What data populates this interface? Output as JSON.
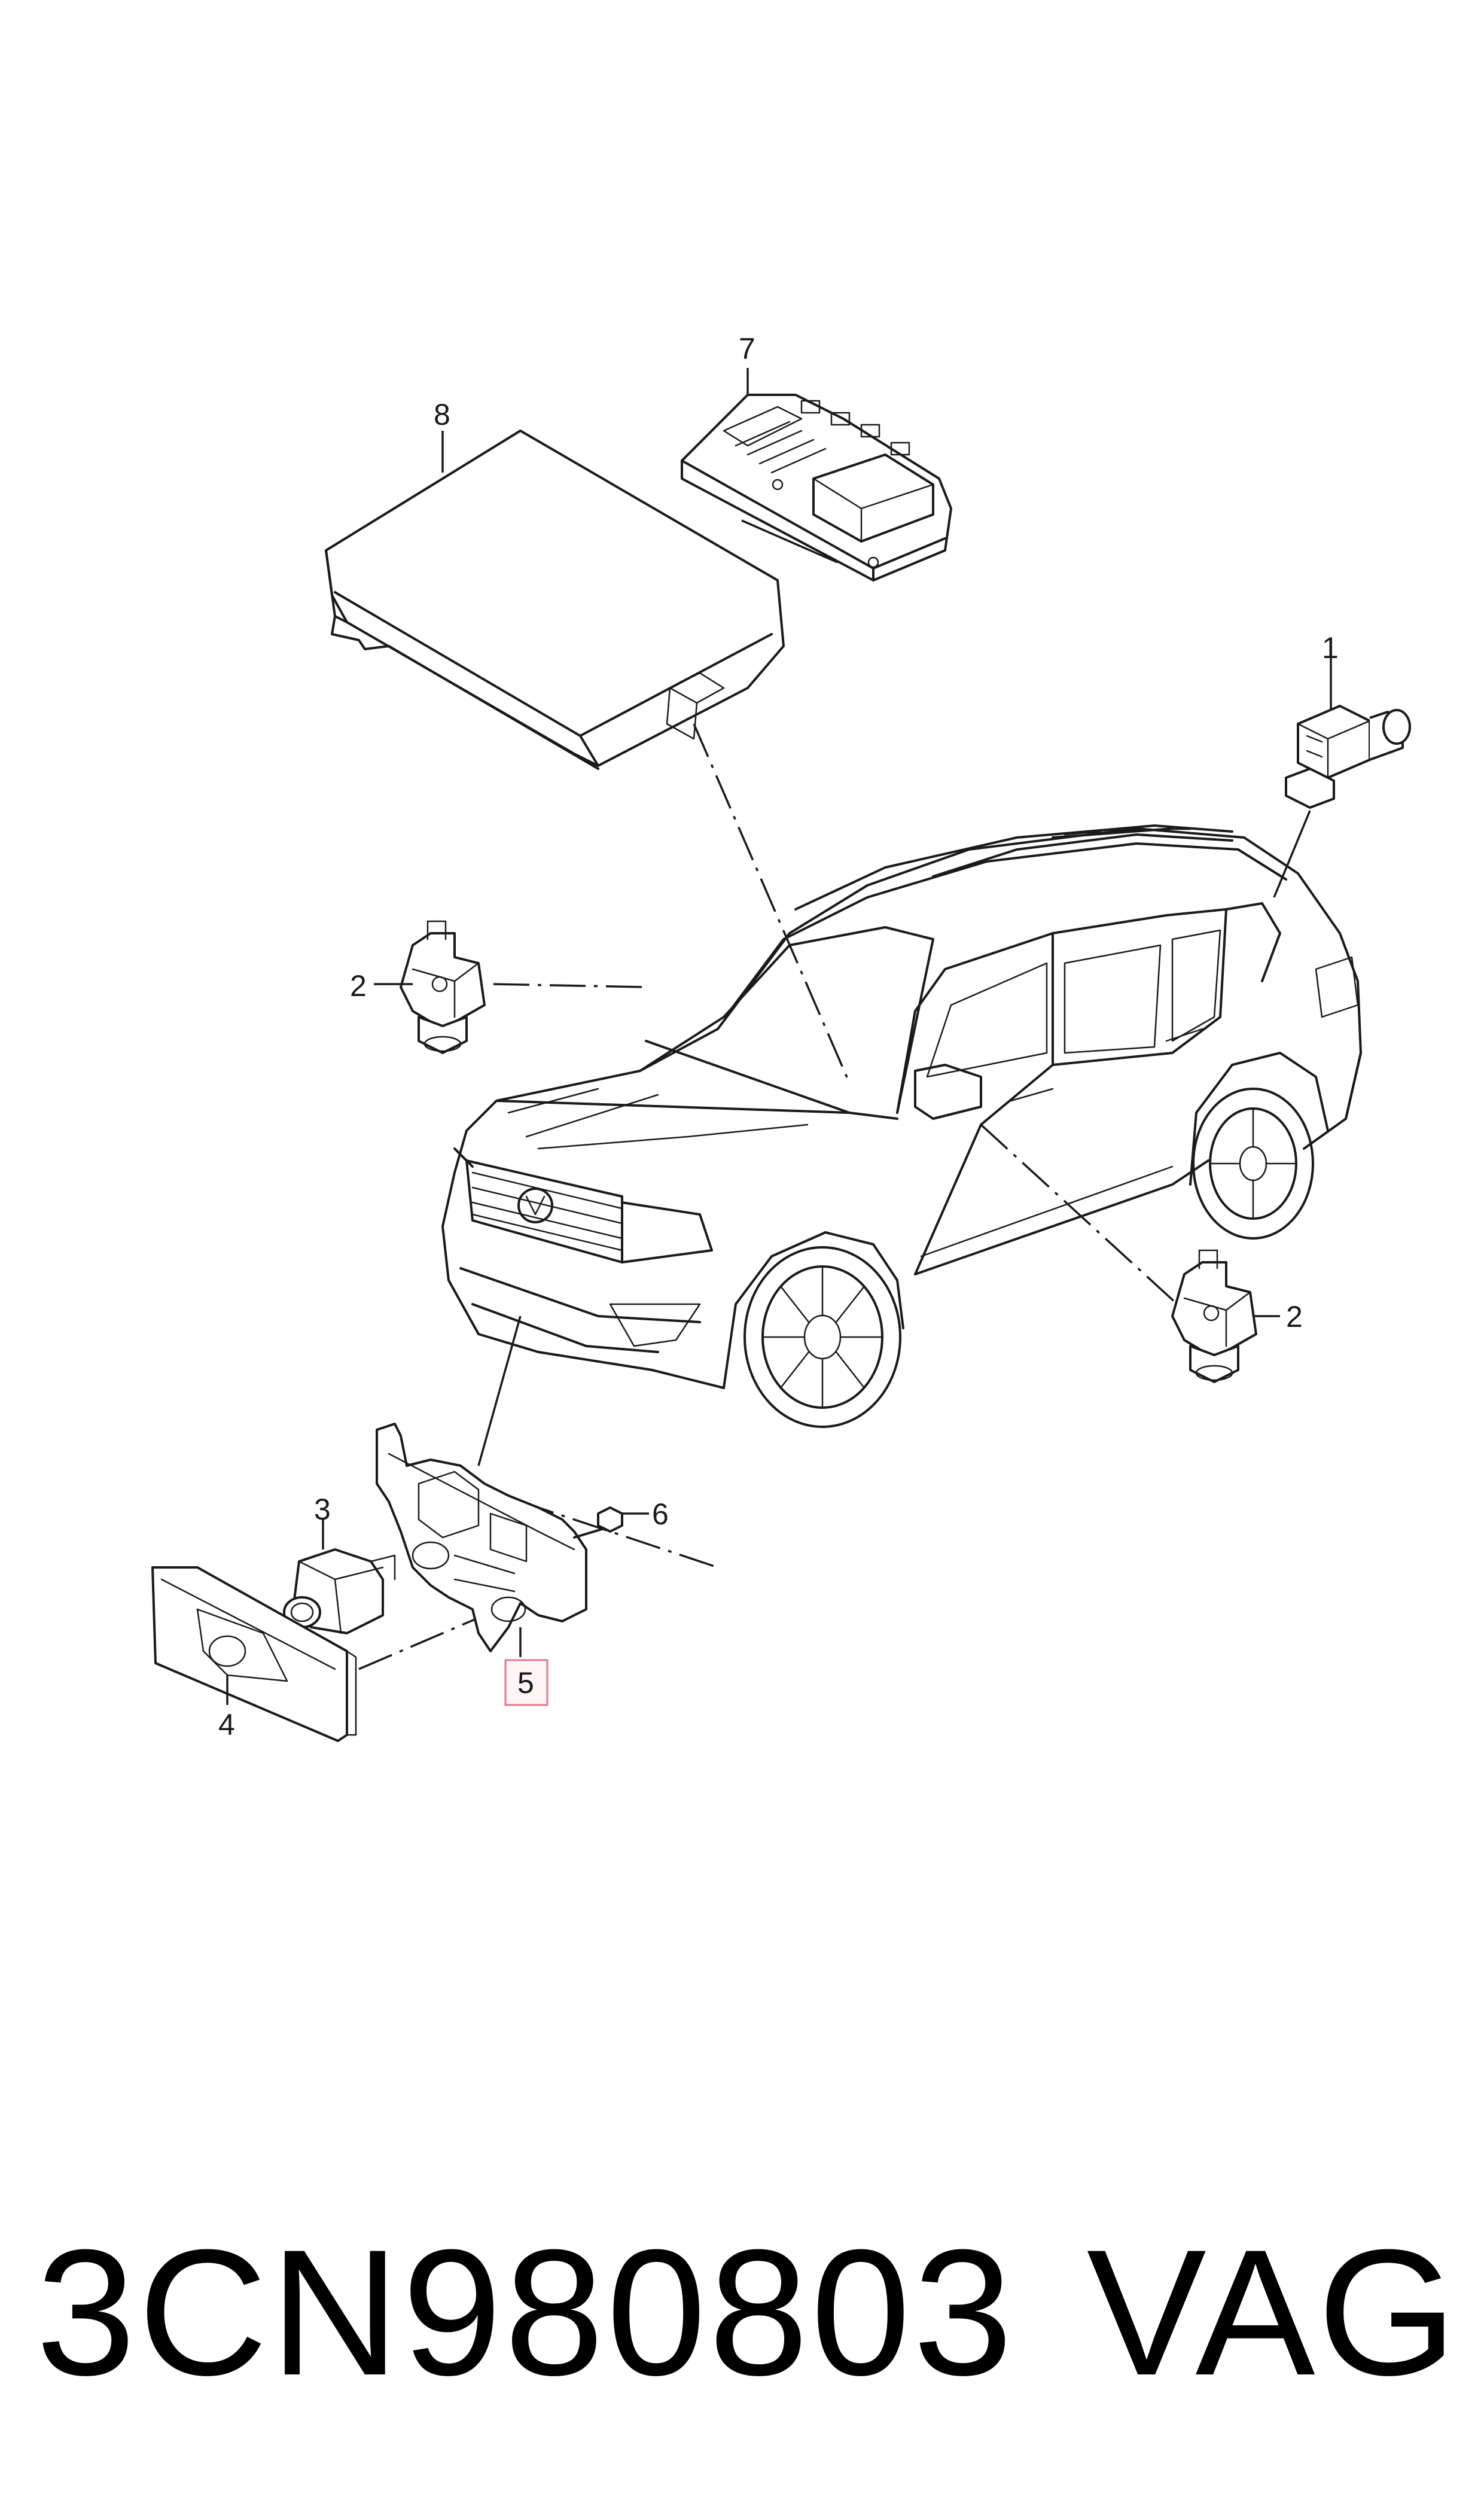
{
  "callouts": {
    "c1": "1",
    "c2a": "2",
    "c2b": "2",
    "c3": "3",
    "c4": "4",
    "c5": "5",
    "c6": "6",
    "c7": "7",
    "c8": "8"
  },
  "highlighted_callout": "5",
  "footer": {
    "part_number": "3CN980803",
    "brand": "VAG"
  },
  "colors": {
    "line": "#1a1a1a",
    "highlight_border": "#e07a8a",
    "highlight_fill": "#fff4f6"
  }
}
